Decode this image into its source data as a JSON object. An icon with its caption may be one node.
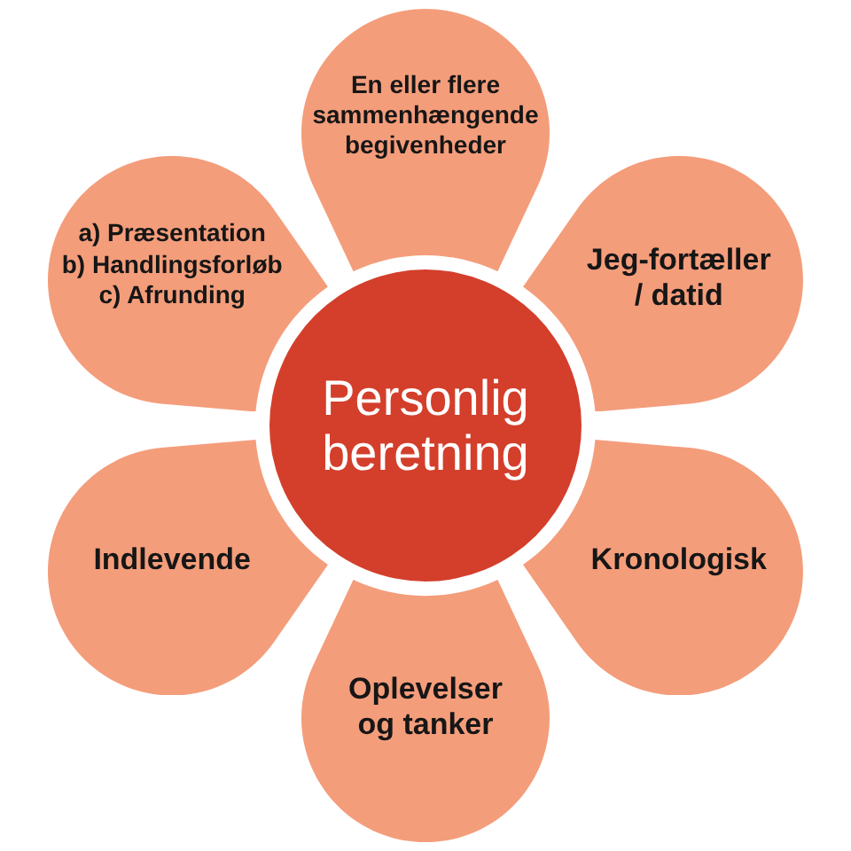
{
  "diagram": {
    "nodes": [
      {
        "text": [
          "Personlig beretning"
        ]
      },
      {
        "text": [
          "En eller flere sammenhængende begivenheder"
        ]
      },
      {
        "text": [
          "Jeg-fortæller / datid"
        ]
      },
      {
        "text": [
          "Kronologisk"
        ]
      },
      {
        "text": [
          "Oplevelser og tanker"
        ]
      },
      {
        "text": [
          "Indlevende"
        ]
      },
      {
        "text": [
          "a) Præsentation",
          "b) Handlingsforløb",
          "c) Afrunding"
        ]
      }
    ]
  }
}
